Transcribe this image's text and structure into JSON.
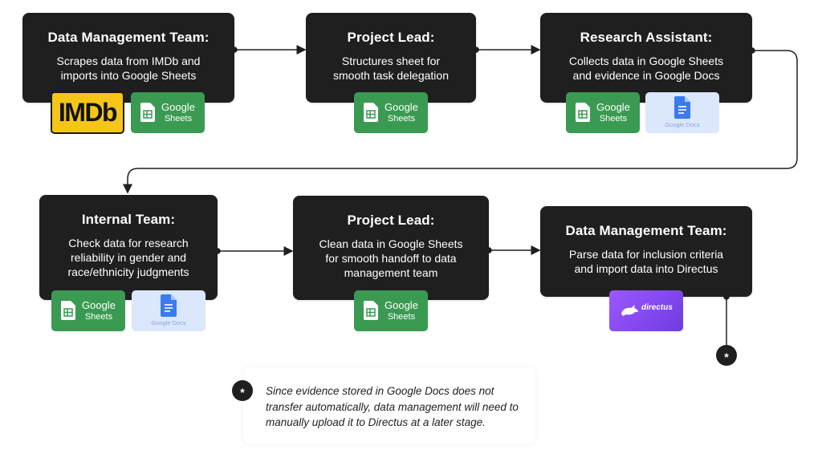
{
  "steps": [
    {
      "title": "Data Management Team:",
      "description": "Scrapes data from IMDb and\nimports into Google Sheets"
    },
    {
      "title": "Project Lead:",
      "description": "Structures sheet for\nsmooth task delegation"
    },
    {
      "title": "Research Assistant:",
      "description": "Collects data in Google Sheets\nand evidence in Google Docs"
    },
    {
      "title": "Internal Team:",
      "description": "Check data for research\nreliability in gender and\nrace/ethnicity judgments"
    },
    {
      "title": "Project Lead:",
      "description": "Clean data in Google Sheets\nfor smooth handoff to data\nmanagement team"
    },
    {
      "title": "Data Management Team:",
      "description": "Parse data for inclusion criteria\nand import data into Directus"
    }
  ],
  "badges": {
    "imdb": "IMDb",
    "google_sheets": {
      "line1": "Google",
      "line2": "Sheets"
    },
    "google_docs": "Google Docs",
    "directus": "directus"
  },
  "footnote": {
    "marker": "*",
    "text": "Since evidence stored in Google Docs does not transfer automatically, data management will need to manually upload it to Directus at a later stage."
  },
  "colors": {
    "card": "#1f1f20",
    "sheets_green": "#3a9a52",
    "docs_blue": "#dbe7fd",
    "imdb_yellow": "#f5c518",
    "directus_purple": "#7b46ec"
  }
}
